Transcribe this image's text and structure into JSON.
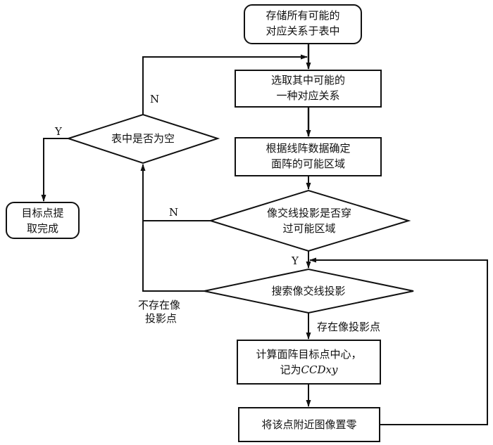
{
  "nodes": {
    "store_all": {
      "line1": "存储所有可能的",
      "line2": "对应关系于表中"
    },
    "select_one": {
      "line1": "选取其中可能的",
      "line2": "一种对应关系"
    },
    "determine_region": {
      "line1": "根据线阵数据确定",
      "line2": "面阵的可能区域"
    },
    "table_empty": {
      "line1": "表中是否为空"
    },
    "extraction_done": {
      "line1": "目标点提",
      "line2": "取完成"
    },
    "projection_crosses": {
      "line1": "像交线投影是否穿",
      "line2": "过可能区域"
    },
    "search_projection": {
      "line1": "搜索像交线投影"
    },
    "compute_center": {
      "line1": "计算面阵目标点中心，",
      "line2_prefix": "记为",
      "line2_var": "CCDxy"
    },
    "zero_nearby": {
      "line1": "将该点附近图像置零"
    }
  },
  "edges": {
    "empty_yes": "Y",
    "empty_no": "N",
    "crosses_no": "N",
    "crosses_yes": "Y",
    "no_projection": {
      "line1": "不存在像",
      "line2": "投影点"
    },
    "has_projection": "存在像投影点"
  },
  "colors": {
    "stroke": "#111111",
    "fill": "#ffffff",
    "text": "#111111"
  }
}
